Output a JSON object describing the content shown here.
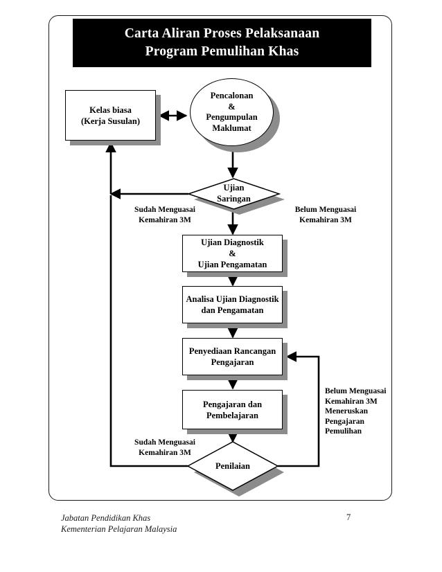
{
  "document": {
    "title_line_1": "Carta Aliran Proses Pelaksanaan",
    "title_line_2": "Program Pemulihan Khas"
  },
  "colors": {
    "banner_background": "#000000",
    "banner_text": "#ffffff",
    "shape_fill": "#ffffff",
    "shape_stroke": "#000000",
    "shadow": "#8c8c8c",
    "page_border": "#1a1a1a"
  },
  "chart_data": {
    "type": "flowchart",
    "title": "Carta Aliran Proses Pelaksanaan Program Pemulihan Khas",
    "nodes": [
      {
        "id": "kelas_biasa",
        "shape": "rectangle",
        "label": "Kelas biasa\n(Kerja Susulan)"
      },
      {
        "id": "pencalonan",
        "shape": "circle",
        "label": "Pencalonan\n&\nPengumpulan\nMaklumat"
      },
      {
        "id": "ujian_saringan",
        "shape": "diamond",
        "label": "Ujian\nSaringan"
      },
      {
        "id": "ujian_diagnostik",
        "shape": "rectangle",
        "label": "Ujian Diagnostik\n&\nUjian Pengamatan"
      },
      {
        "id": "analisa",
        "shape": "rectangle",
        "label": "Analisa Ujian Diagnostik\ndan Pengamatan"
      },
      {
        "id": "penyediaan",
        "shape": "rectangle",
        "label": "Penyediaan  Rancangan\nPengajaran"
      },
      {
        "id": "pengajaran",
        "shape": "rectangle",
        "label": "Pengajaran dan\nPembelajaran"
      },
      {
        "id": "penilaian",
        "shape": "diamond",
        "label": "Penilaian"
      }
    ],
    "edge_labels": [
      {
        "id": "saringan_sudah",
        "label": "Sudah Menguasai\nKemahiran 3M"
      },
      {
        "id": "saringan_belum",
        "label": "Belum Menguasai\nKemahiran 3M"
      },
      {
        "id": "penilaian_sudah",
        "label": "Sudah  Menguasai\nKemahiran 3M"
      },
      {
        "id": "penilaian_belum",
        "label": "Belum Menguasai\nKemahiran 3M\nMeneruskan\nPengajaran\nPemulihan"
      }
    ],
    "edges": [
      {
        "from": "kelas_biasa",
        "to": "pencalonan",
        "direction": "bidirectional"
      },
      {
        "from": "pencalonan",
        "to": "ujian_saringan",
        "direction": "forward"
      },
      {
        "from": "ujian_saringan",
        "to": "kelas_biasa",
        "direction": "forward",
        "label": "Sudah Menguasai Kemahiran 3M"
      },
      {
        "from": "ujian_saringan",
        "to": "ujian_diagnostik",
        "direction": "forward",
        "label": "Belum Menguasai Kemahiran 3M"
      },
      {
        "from": "ujian_diagnostik",
        "to": "analisa",
        "direction": "forward"
      },
      {
        "from": "analisa",
        "to": "penyediaan",
        "direction": "forward"
      },
      {
        "from": "penyediaan",
        "to": "pengajaran",
        "direction": "forward"
      },
      {
        "from": "pengajaran",
        "to": "penilaian",
        "direction": "forward"
      },
      {
        "from": "penilaian",
        "to": "kelas_biasa",
        "direction": "forward",
        "label": "Sudah Menguasai Kemahiran 3M"
      },
      {
        "from": "penilaian",
        "to": "penyediaan",
        "direction": "forward",
        "label": "Belum Menguasai Kemahiran 3M Meneruskan Pengajaran Pemulihan"
      }
    ]
  },
  "footer": {
    "organization": "Jabatan Pendidikan Khas\nKementerian Pelajaran Malaysia",
    "page_number": "7"
  }
}
